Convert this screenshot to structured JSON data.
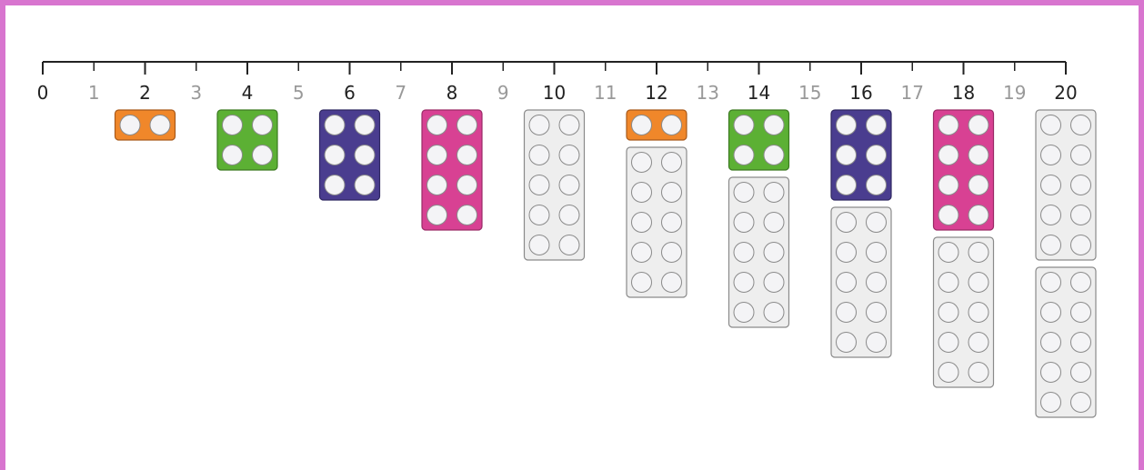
{
  "colors": {
    "border": "#d875cf",
    "axis": "#222222",
    "major_label": "#222222",
    "minor_label": "#999999",
    "hole_fill": "#f4f4f6",
    "hole_stroke": "#8a8a8a",
    "rods": {
      "2": "#f0872a",
      "4": "#5cb034",
      "6": "#4a3d8f",
      "8": "#d84193",
      "10": "#eeeeee"
    },
    "rod_borders": {
      "2": "#a8591a",
      "4": "#3c7a22",
      "6": "#2f2761",
      "8": "#9a2a66",
      "10": "#8a8a8a"
    }
  },
  "number_line": {
    "min": 0,
    "max": 20,
    "labels": [
      "0",
      "1",
      "2",
      "3",
      "4",
      "5",
      "6",
      "7",
      "8",
      "9",
      "10",
      "11",
      "12",
      "13",
      "14",
      "15",
      "16",
      "17",
      "18",
      "19",
      "20"
    ]
  },
  "stacks": [
    {
      "value": 2,
      "rods": [
        2
      ]
    },
    {
      "value": 4,
      "rods": [
        4
      ]
    },
    {
      "value": 6,
      "rods": [
        6
      ]
    },
    {
      "value": 8,
      "rods": [
        8
      ]
    },
    {
      "value": 10,
      "rods": [
        10
      ]
    },
    {
      "value": 12,
      "rods": [
        2,
        10
      ]
    },
    {
      "value": 14,
      "rods": [
        4,
        10
      ]
    },
    {
      "value": 16,
      "rods": [
        6,
        10
      ]
    },
    {
      "value": 18,
      "rods": [
        8,
        10
      ]
    },
    {
      "value": 20,
      "rods": [
        10,
        10
      ]
    }
  ]
}
